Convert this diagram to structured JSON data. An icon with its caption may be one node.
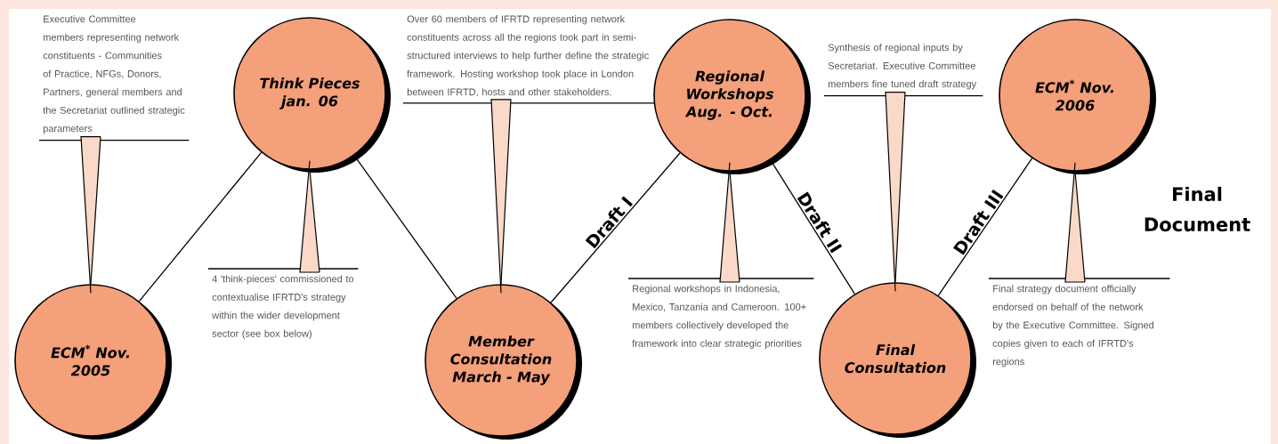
{
  "diagram": {
    "nodes": [
      {
        "text": [
          "Executive Committee members representing network constituents - Communities of Practice, NFGs, Donors, Partners, general members and the Secretariat outlined strategic parameters"
        ]
      },
      {
        "text": [
          "ECM$^{*}$ Nov. 2005"
        ]
      },
      {
        "text": [
          "Think Pieces jan. 06"
        ]
      },
      {
        "text": [
          "4 'think-pieces' commissioned to contextualise IFRTD's strategy within the wider development sector (see box below)"
        ]
      },
      {
        "text": [
          "Over 60 members of IFRTD representing network constituents across all the regions took part in semi-structured interviews to help further define the strategic framework.  Hosting workshop took place in London between IFRTD, hosts and other stakeholders."
        ]
      },
      {
        "text": [
          "Member Consultation March - May"
        ]
      },
      {
        "text": [
          "Regional Workshops Aug. - Oct."
        ]
      },
      {
        "text": [
          "Regional workshops in Indonesia, Mexico, Tanzania and Cameroon. 100+ members collectively developed the framework into clear strategic priorities"
        ]
      },
      {
        "text": [
          "Synthesis of regional inputs by Secretariat. Executive Committee members fine tuned draft strategy"
        ]
      },
      {
        "text": [
          "Final Consultation"
        ]
      },
      {
        "text": [
          "ECM$^{*}$ Nov. 2006"
        ]
      },
      {
        "text": [
          "Final strategy document officially endorsed on behalf of the network by the Executive Committee.  Signed copies given to each of IFRTD's regions"
        ]
      }
    ],
    "edges": [
      {
        "from": 1,
        "to": 2,
        "arrow": "none"
      },
      {
        "from": 2,
        "to": 5,
        "arrow": "none"
      },
      {
        "from": 5,
        "to": 6,
        "arrow": "none",
        "label": "Draft I"
      },
      {
        "from": 6,
        "to": 9,
        "arrow": "none",
        "label": "Draft II"
      },
      {
        "from": 9,
        "to": 10,
        "arrow": "none",
        "label": "Draft III"
      },
      {
        "from": 0,
        "to": 1,
        "arrow": "none"
      },
      {
        "from": 3,
        "to": 2,
        "arrow": "none"
      },
      {
        "from": 4,
        "to": 5,
        "arrow": "none"
      },
      {
        "from": 7,
        "to": 6,
        "arrow": "none"
      },
      {
        "from": 8,
        "to": 9,
        "arrow": "none"
      },
      {
        "from": 11,
        "to": 10,
        "arrow": "none"
      }
    ],
    "labels": [
      "Final Document"
    ]
  }
}
